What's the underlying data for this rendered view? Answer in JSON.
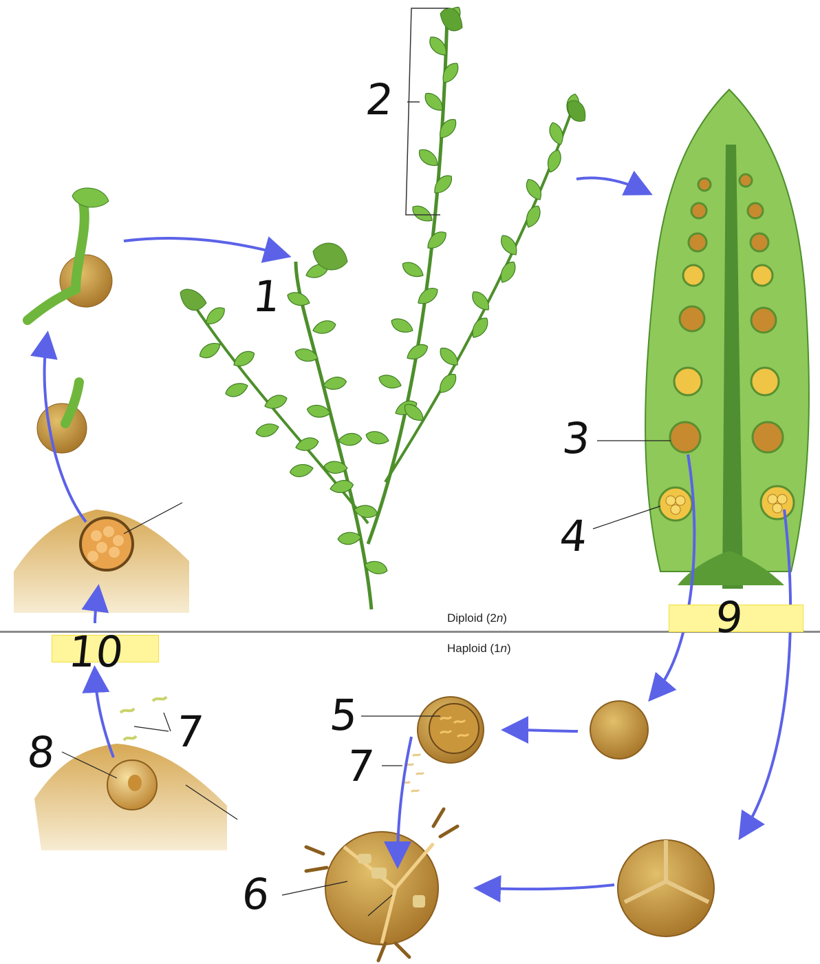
{
  "diagram": {
    "zones": {
      "diploid_prefix": "Diploid (2",
      "diploid_n": "n",
      "diploid_suffix": ")",
      "haploid_prefix": "Haploid (1",
      "haploid_n": "n",
      "haploid_suffix": ")"
    },
    "labels": {
      "l1": "1",
      "l2": "2",
      "l3": "3",
      "l4": "4",
      "l5": "5",
      "l6": "6",
      "l7a": "7",
      "l7b": "7",
      "l8": "8",
      "l9": "9",
      "l10": "10"
    },
    "colors": {
      "arrow": "#5b62e8",
      "plant_green": "#6fb63c",
      "spore_tan": "#c79a42",
      "highlight": "#fff59a",
      "divider": "#8a8a8a"
    }
  }
}
